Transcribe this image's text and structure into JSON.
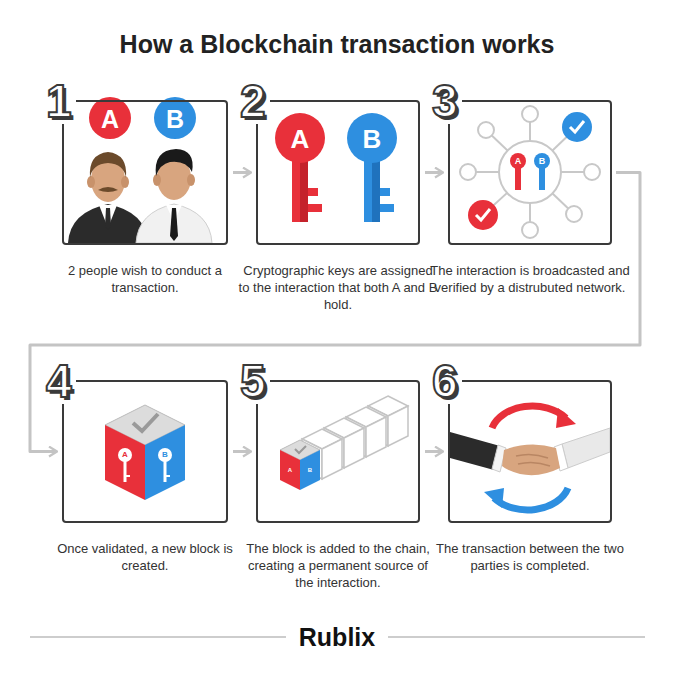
{
  "diagram": {
    "title": "How a Blockchain transaction works",
    "nodes": [
      {
        "text": [
          "1",
          "2 people wish to conduct a transaction."
        ]
      },
      {
        "text": [
          "2",
          "Cryptographic keys are assigned to the interaction that both A and B hold."
        ]
      },
      {
        "text": [
          "3",
          "The interaction is broadcasted and verified by a distrubuted network."
        ]
      },
      {
        "text": [
          "4",
          "Once validated, a new block is created."
        ]
      },
      {
        "text": [
          "5",
          "The block is added to the chain, creating a permanent source of the interaction."
        ]
      },
      {
        "text": [
          "6",
          "The transaction between the two parties is completed."
        ]
      }
    ],
    "edges": [
      {
        "from": 0,
        "to": 1,
        "arrow": "to"
      },
      {
        "from": 1,
        "to": 2,
        "arrow": "to"
      },
      {
        "from": 2,
        "to": 3,
        "arrow": "to"
      },
      {
        "from": 3,
        "to": 4,
        "arrow": "to"
      },
      {
        "from": 4,
        "to": 5,
        "arrow": "to"
      }
    ],
    "labels": [
      "A",
      "B",
      "A",
      "B",
      "A",
      "B",
      "A",
      "B",
      "A",
      "B",
      "Rublix"
    ]
  }
}
